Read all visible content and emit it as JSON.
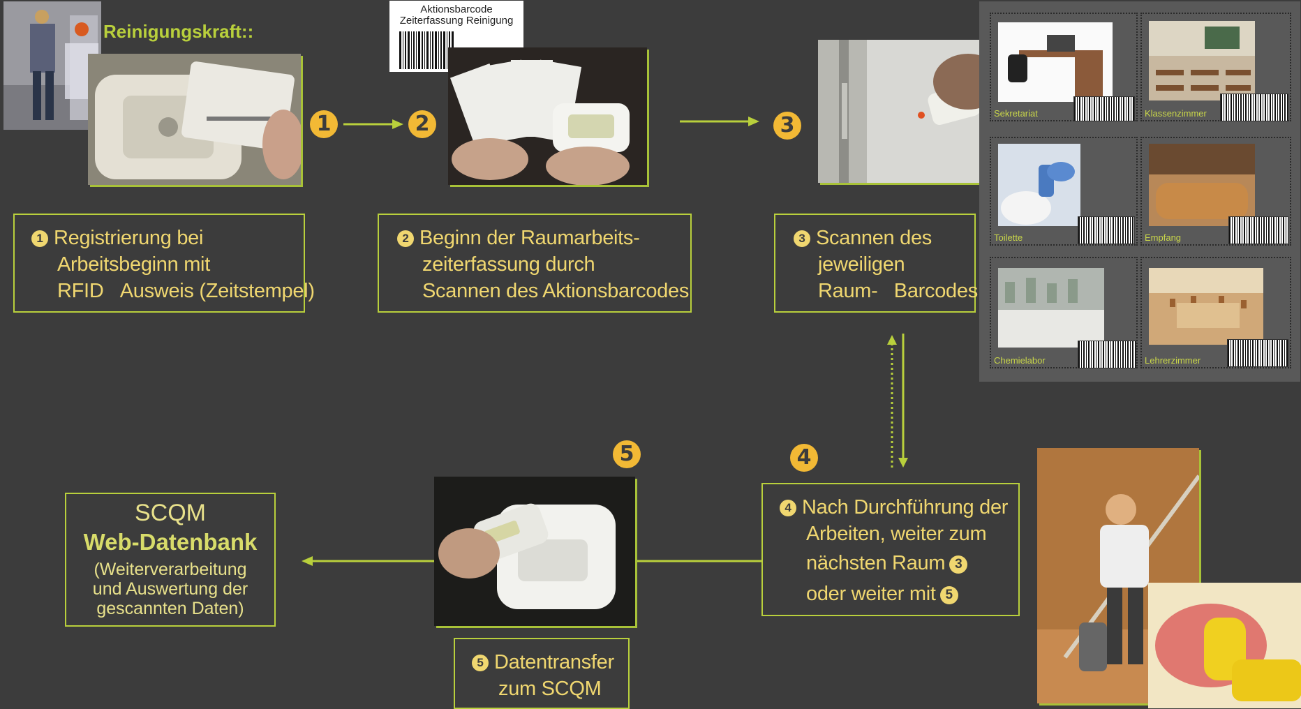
{
  "header": {
    "title": "Reinigungskraft::"
  },
  "action_barcode": {
    "line1": "Aktionsbarcode",
    "line2": "Zeiterfassung Reinigung"
  },
  "step_badges": [
    "1",
    "2",
    "3",
    "4",
    "5"
  ],
  "steps": {
    "step1": {
      "num": "1",
      "lines": [
        "Registrierung bei",
        "Arbeitsbeginn mit",
        "RFID   Ausweis (Zeitstempel)"
      ]
    },
    "step2": {
      "num": "2",
      "lines": [
        "Beginn der Raumarbeits-",
        "zeiterfassung durch",
        "Scannen des Aktionsbarcodes"
      ]
    },
    "step3": {
      "num": "3",
      "lines": [
        "Scannen des",
        "jeweiligen",
        "Raum-   Barcodes"
      ]
    },
    "step4": {
      "num": "4",
      "lines": [
        "Nach Durchführung der",
        "Arbeiten, weiter zum",
        "nächsten Raum",
        "oder weiter mit"
      ],
      "ref_a": "3",
      "ref_b": "5"
    },
    "step5": {
      "num": "5",
      "lines": [
        "Datentransfer",
        "zum SCQM"
      ]
    }
  },
  "rooms": [
    "Sekretariat",
    "Klassenzimmer",
    "Toilette",
    "Empfang",
    "Chemielabor",
    "Lehrerzimmer"
  ],
  "scqm": {
    "line1": "SCQM",
    "line2": "Web-Datenbank",
    "sub1": "(Weiterverarbeitung",
    "sub2": "und Auswertung der",
    "sub3": "gescannten Daten)"
  },
  "colors": {
    "background": "#3c3c3c",
    "accent": "#b9d03c",
    "text": "#f0d770",
    "badge": "#f2b935"
  }
}
